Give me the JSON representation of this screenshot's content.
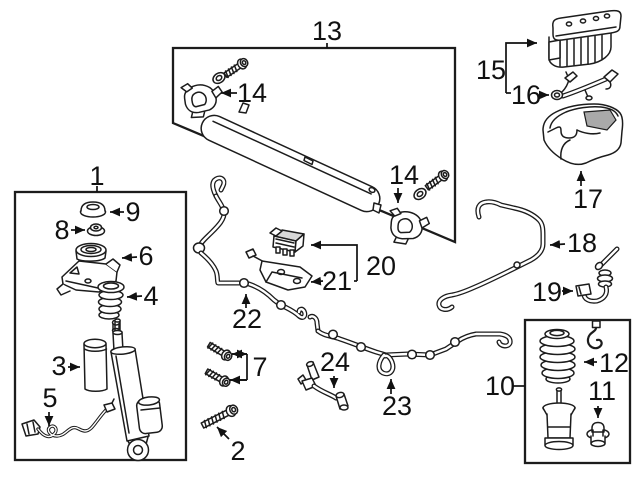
{
  "figure": {
    "background_color": "#ffffff",
    "line_color": "#1c1c1c",
    "shade_color": "#d8d8d8"
  },
  "labels": {
    "n1": "1",
    "n2": "2",
    "n3": "3",
    "n4": "4",
    "n5": "5",
    "n6": "6",
    "n7": "7",
    "n8": "8",
    "n9": "9",
    "n10": "10",
    "n11": "11",
    "n12": "12",
    "n13": "13",
    "n14a": "14",
    "n14b": "14",
    "n15": "15",
    "n16": "16",
    "n17": "17",
    "n18": "18",
    "n19": "19",
    "n20": "20",
    "n21": "21",
    "n22": "22",
    "n23": "23",
    "n24": "24"
  }
}
